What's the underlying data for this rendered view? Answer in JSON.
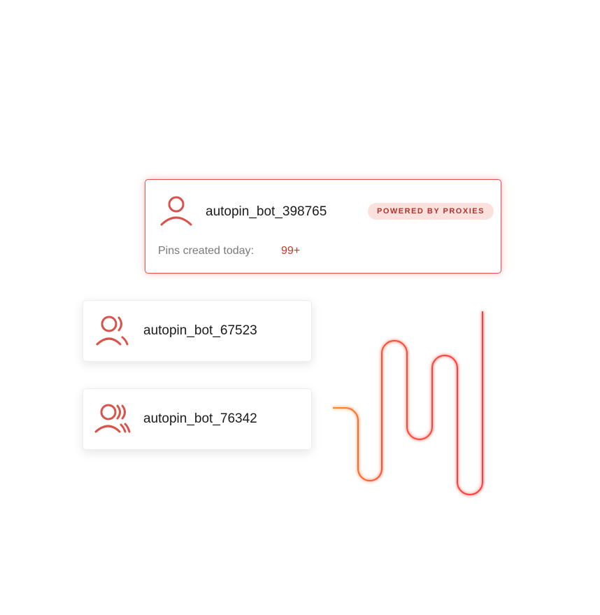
{
  "main_card": {
    "username": "autopin_bot_398765",
    "badge": "POWERED BY PROXIES",
    "stat_label": "Pins created today:",
    "stat_value": "99+",
    "icon": "user-icon"
  },
  "accounts": [
    {
      "username": "autopin_bot_67523",
      "icon": "users-icon"
    },
    {
      "username": "autopin_bot_76342",
      "icon": "users-group-icon"
    }
  ],
  "colors": {
    "accent": "#d9534a",
    "wave_start": "#ff8a1f",
    "wave_end": "#ff3b3b"
  }
}
